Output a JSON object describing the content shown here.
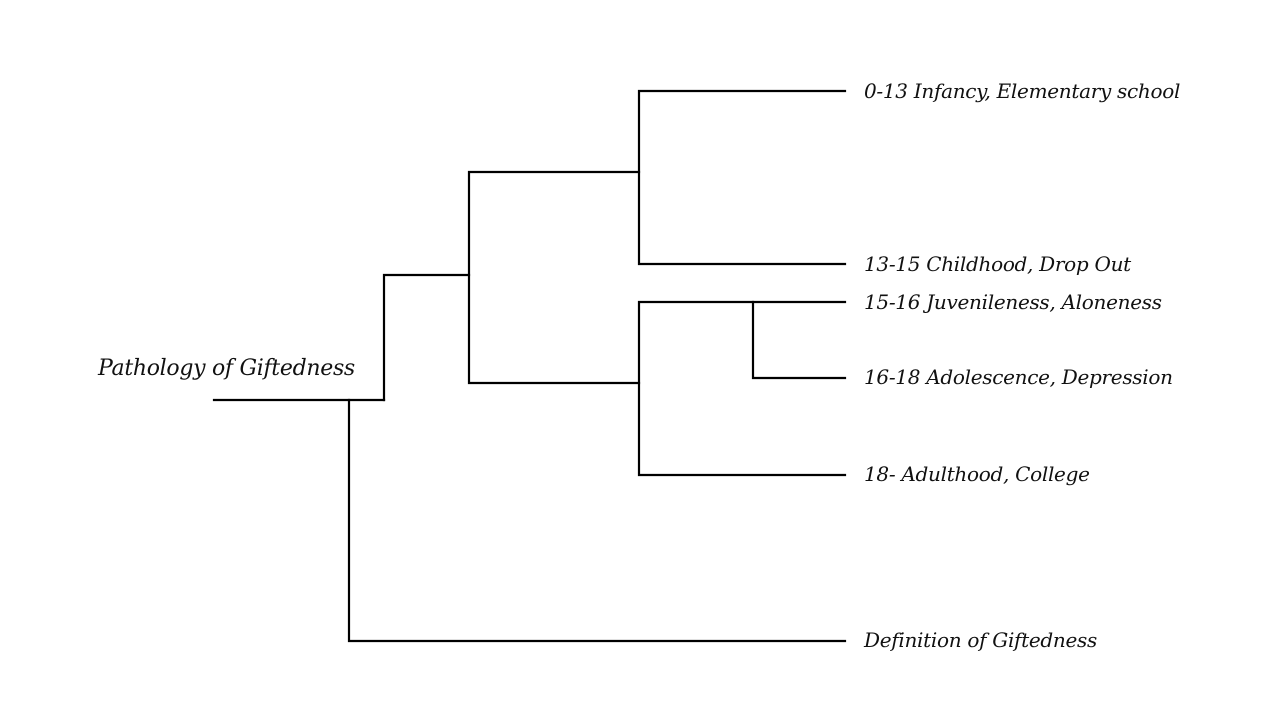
{
  "root": {
    "label": "Pathology of Giftedness"
  },
  "leaves": [
    {
      "id": "leaf-0-13",
      "label": "0-13 Infancy, Elementary school"
    },
    {
      "id": "leaf-13-15",
      "label": "13-15 Childhood, Drop Out"
    },
    {
      "id": "leaf-15-16",
      "label": "15-16 Juvenileness, Aloneness"
    },
    {
      "id": "leaf-16-18",
      "label": "16-18 Adolescence, Depression"
    },
    {
      "id": "leaf-18",
      "label": "18- Adulthood, College"
    },
    {
      "id": "leaf-definition",
      "label": "Definition of Giftedness"
    }
  ],
  "colors": {
    "line": "#000000",
    "text": "#111111",
    "background": "#ffffff"
  }
}
